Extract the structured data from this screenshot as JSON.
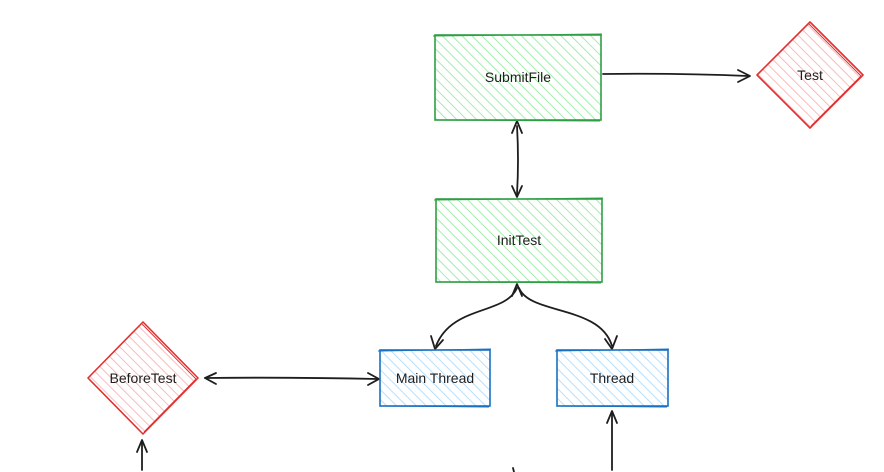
{
  "nodes": {
    "submit_file": {
      "label": "SubmitFile",
      "shape": "rectangle",
      "fill": "#b2f2bb",
      "stroke": "#2f9e44"
    },
    "init_test": {
      "label": "InitTest",
      "shape": "rectangle",
      "fill": "#b2f2bb",
      "stroke": "#2f9e44"
    },
    "test": {
      "label": "Test",
      "shape": "diamond",
      "fill": "#ffc9c9",
      "stroke": "#e03131"
    },
    "before_test": {
      "label": "BeforeTest",
      "shape": "diamond",
      "fill": "#ffc9c9",
      "stroke": "#e03131"
    },
    "main_thread": {
      "label": "Main Thread",
      "shape": "rectangle",
      "fill": "#a5d8ff",
      "stroke": "#1971c2"
    },
    "thread": {
      "label": "Thread",
      "shape": "rectangle",
      "fill": "#a5d8ff",
      "stroke": "#1971c2"
    }
  },
  "edges": [
    {
      "from": "submit_file",
      "to": "test",
      "direction": "forward"
    },
    {
      "from": "submit_file",
      "to": "init_test",
      "direction": "both"
    },
    {
      "from": "init_test",
      "to": "main_thread",
      "direction": "both"
    },
    {
      "from": "init_test",
      "to": "thread",
      "direction": "both"
    },
    {
      "from": "before_test",
      "to": "main_thread",
      "direction": "both"
    }
  ],
  "style": {
    "hachure": true,
    "edge_color": "#1e1e1e"
  }
}
